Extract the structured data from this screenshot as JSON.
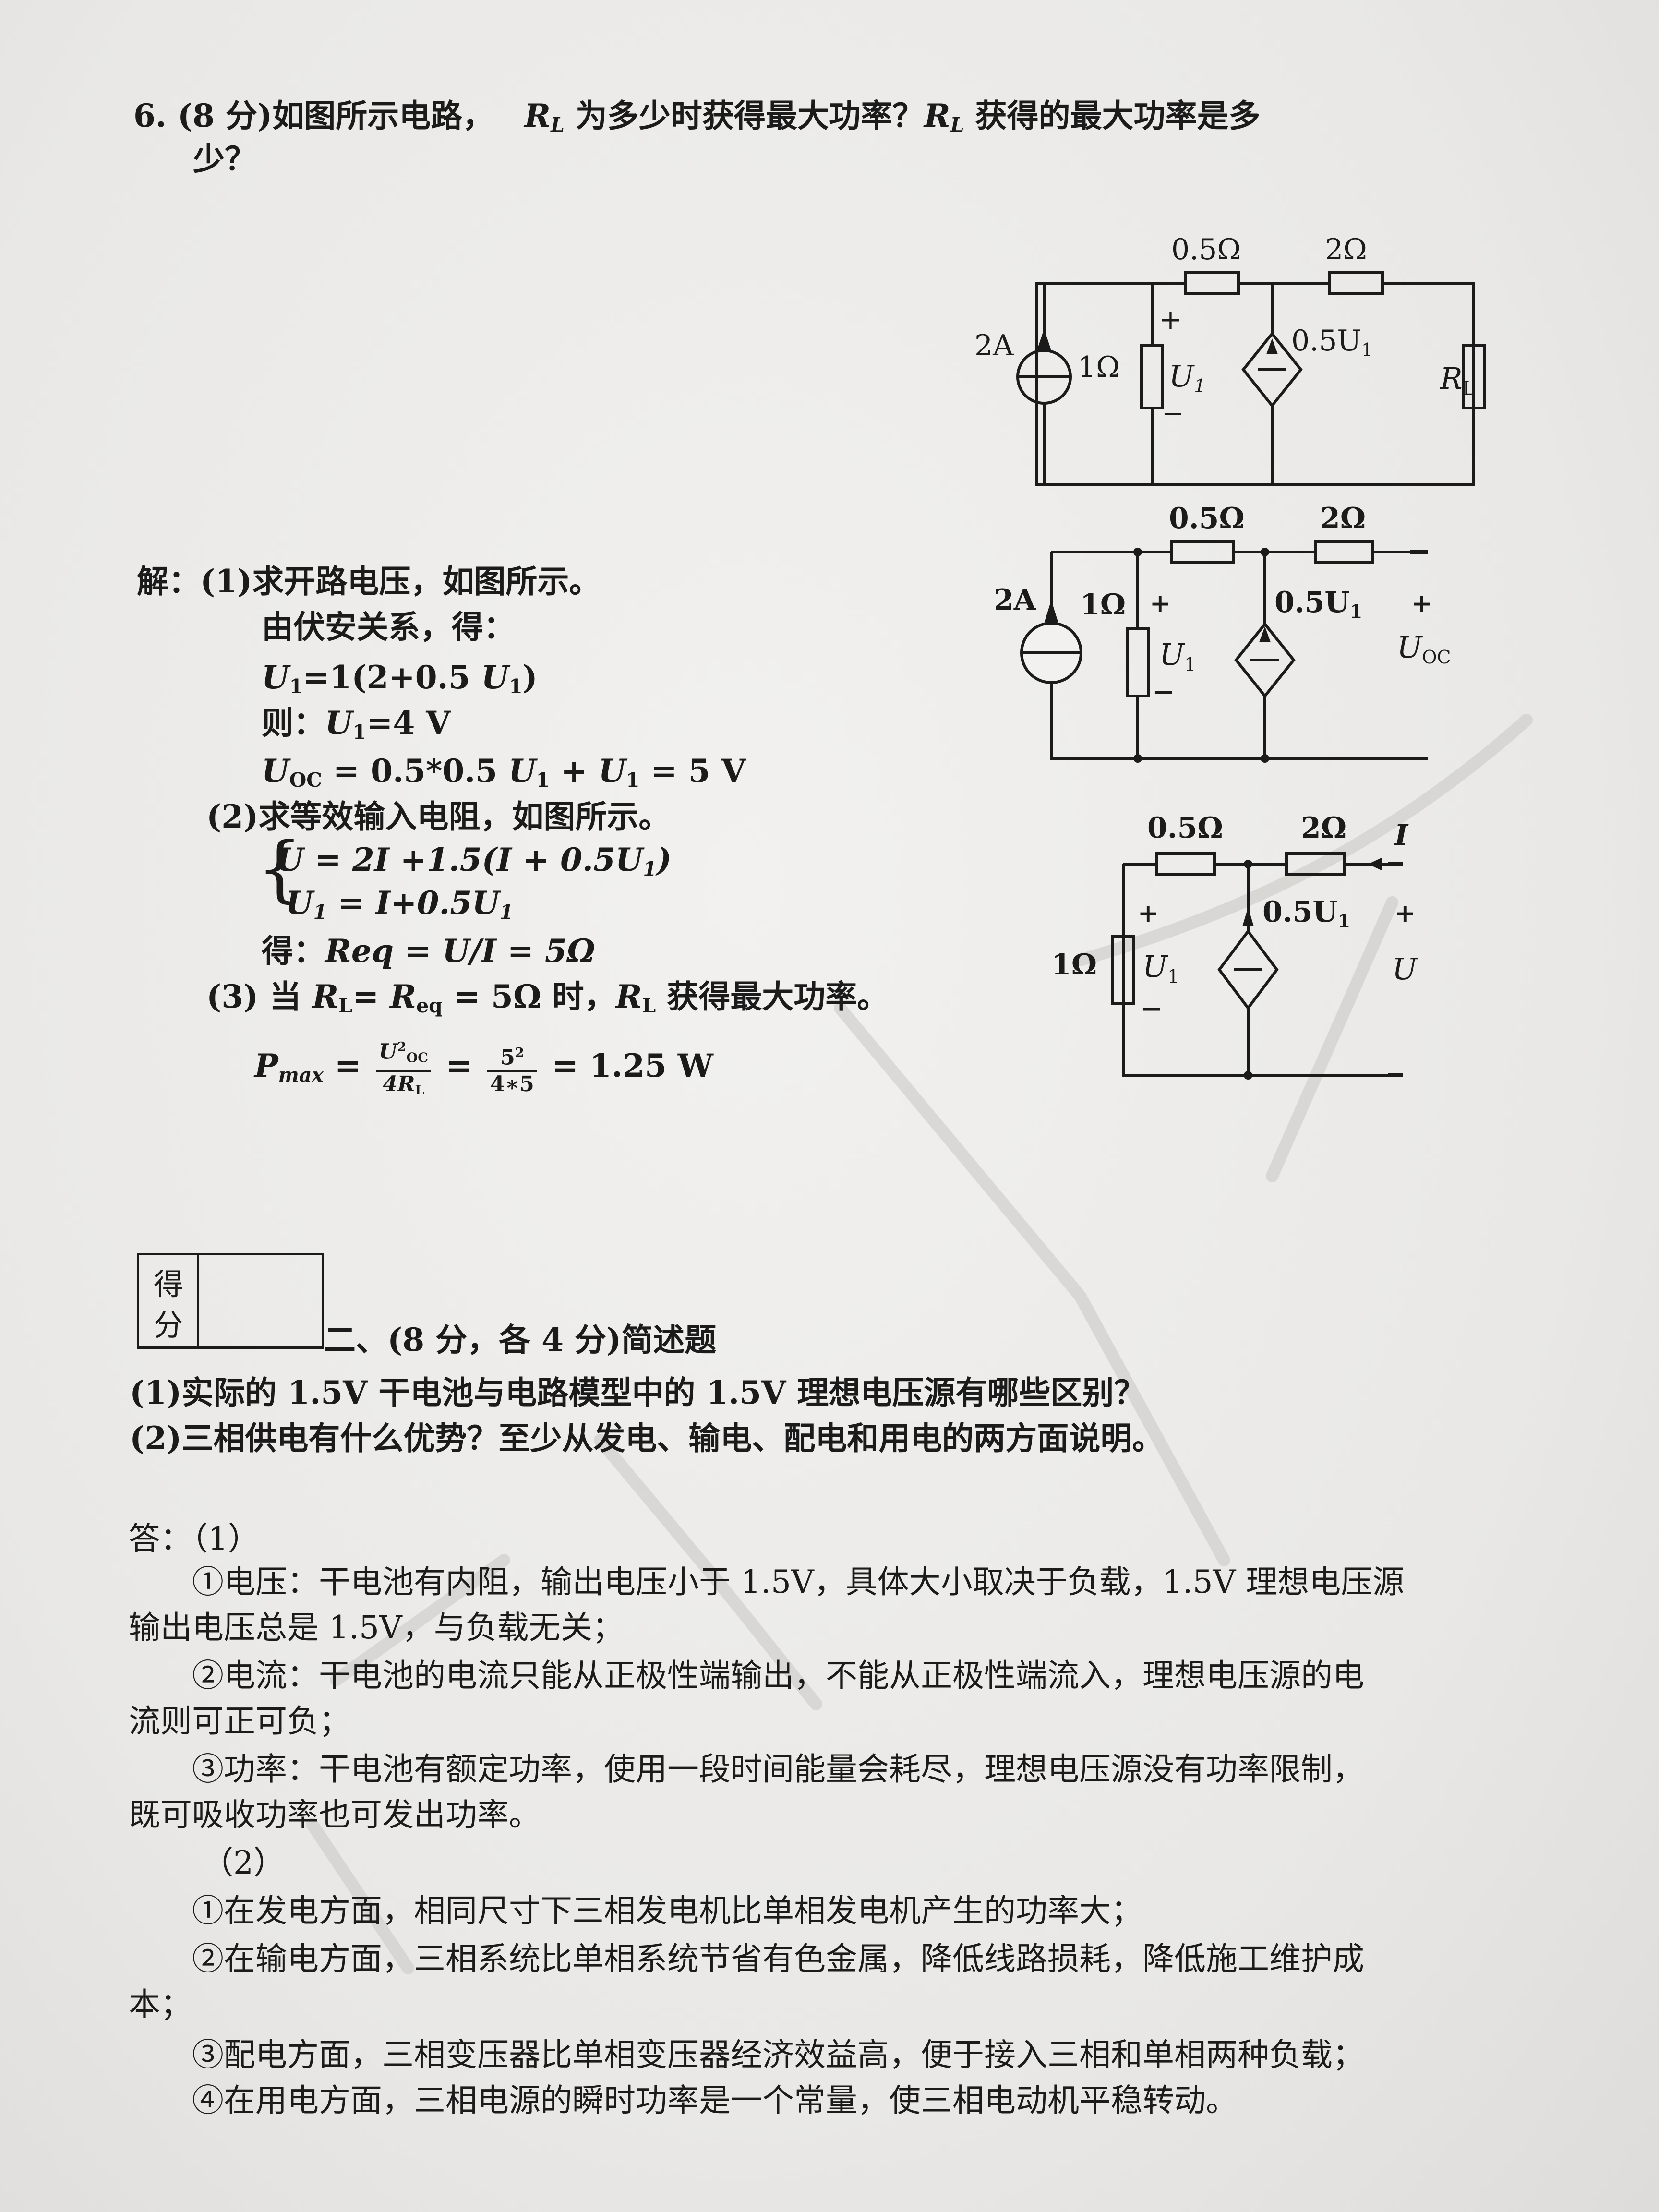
{
  "problem6": {
    "number": "6.",
    "line1": "(8 分)如图所示电路，",
    "rl": "R",
    "rl_sub": "L",
    "line1b": "为多少时获得最大功率？",
    "line1c": "获得的最大功率是多",
    "line2": "少？"
  },
  "circuit_labels": {
    "r05": "0.5Ω",
    "r2": "2Ω",
    "src2a": "2A",
    "r1": "1Ω",
    "plus": "+",
    "minus": "−",
    "u1": "U",
    "u1_sub": "1",
    "dep": "0.5U",
    "dep_sub": "1",
    "rl": "R",
    "rl_sub": "L",
    "uoc": "U",
    "uoc_sub": "OC",
    "i": "I",
    "u": "U",
    "dash": "−"
  },
  "solution": {
    "label": "解：(1)求开路电压，如图所示。",
    "s1": "由伏安关系，得：",
    "s2a": "U",
    "s2b": "1",
    "s2c": "=1(2+0.5 ",
    "s2d": "U",
    "s2e": "1",
    "s2f": ")",
    "s3a": "则：",
    "s3b": "U",
    "s3c": "1",
    "s3d": "=4 V",
    "s4a": "U",
    "s4b": "OC",
    "s4c": " = 0.5*0.5 ",
    "s4d": "U",
    "s4e": "1",
    "s4f": " + ",
    "s4g": "U",
    "s4h": "1",
    "s4i": " = 5 V",
    "p2": "(2)求等效输入电阻，如图所示。",
    "eq1": "U = 2I +1.5(I + 0.5U",
    "eq1_sub": "1",
    "eq1_end": ")",
    "eq2": "U",
    "eq2_sub": "1",
    "eq2_end": " = I+0.5U",
    "eq2_sub2": "1",
    "brace": "{",
    "req_a": "得：",
    "req_b": "Req = U/I = 5Ω",
    "p3a": "(3) 当 ",
    "p3b": "R",
    "p3c": "L",
    "p3d": "= ",
    "p3e": "R",
    "p3f": "eq",
    "p3g": " = 5Ω 时，",
    "p3h": "R",
    "p3i": "L",
    "p3j": " 获得最大功率。",
    "pmax": "P",
    "pmax_sub": "max",
    "eq_sign": " = ",
    "f1_num_a": "U",
    "f1_num_sup": "2",
    "f1_num_sub": "OC",
    "f1_den": "4R",
    "f1_den_sub": "L",
    "f2_num_a": "5",
    "f2_num_sup": "2",
    "f2_den": "4∗5",
    "result": " = 1.25 W"
  },
  "score_box": {
    "char1": "得",
    "char2": "分"
  },
  "section2": {
    "heading": "二、(8 分，各 4 分)简述题",
    "q1": "(1)实际的 1.5V 干电池与电路模型中的 1.5V 理想电压源有哪些区别？",
    "q2": "(2)三相供电有什么优势？至少从发电、输电、配电和用电的两方面说明。"
  },
  "answer": {
    "label": "答：（1）",
    "a1_l1": "①电压：干电池有内阻，输出电压小于 1.5V，具体大小取决于负载，1.5V 理想电压源",
    "a1_l2": "输出电压总是 1.5V，与负载无关；",
    "a2_l1": "②电流：干电池的电流只能从正极性端输出，不能从正极性端流入，理想电压源的电",
    "a2_l2": "流则可正可负；",
    "a3_l1": "③功率：干电池有额定功率，使用一段时间能量会耗尽，理想电压源没有功率限制，",
    "a3_l2": "既可吸收功率也可发出功率。",
    "part2": "（2）",
    "b1": "①在发电方面，相同尺寸下三相发电机比单相发电机产生的功率大；",
    "b2_l1": "②在输电方面，三相系统比单相系统节省有色金属，降低线路损耗，降低施工维护成",
    "b2_l2": "本；",
    "b3": "③配电方面，三相变压器比单相变压器经济效益高，便于接入三相和单相两种负载；",
    "b4": "④在用电方面，三相电源的瞬时功率是一个常量，使三相电动机平稳转动。"
  }
}
